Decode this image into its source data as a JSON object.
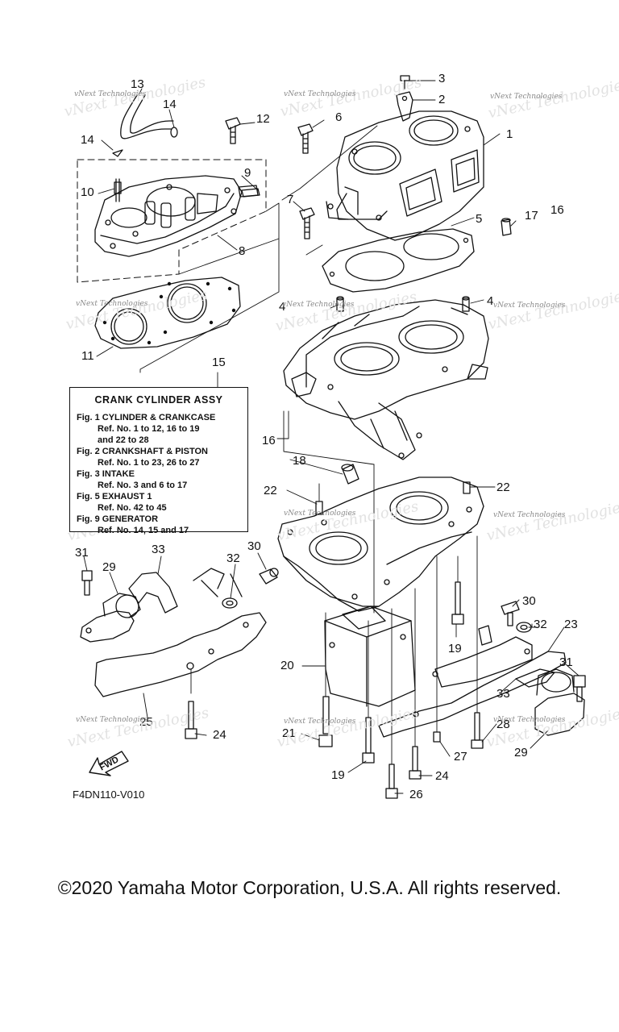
{
  "callouts": [
    {
      "id": "1",
      "label": "1"
    },
    {
      "id": "2",
      "label": "2"
    },
    {
      "id": "3",
      "label": "3"
    },
    {
      "id": "4a",
      "label": "4"
    },
    {
      "id": "4b",
      "label": "4"
    },
    {
      "id": "5",
      "label": "5"
    },
    {
      "id": "6",
      "label": "6"
    },
    {
      "id": "7",
      "label": "7"
    },
    {
      "id": "8",
      "label": "8"
    },
    {
      "id": "9",
      "label": "9"
    },
    {
      "id": "10",
      "label": "10"
    },
    {
      "id": "11",
      "label": "11"
    },
    {
      "id": "12",
      "label": "12"
    },
    {
      "id": "13",
      "label": "13"
    },
    {
      "id": "14a",
      "label": "14"
    },
    {
      "id": "14b",
      "label": "14"
    },
    {
      "id": "15",
      "label": "15"
    },
    {
      "id": "16a",
      "label": "16"
    },
    {
      "id": "16b",
      "label": "16"
    },
    {
      "id": "17",
      "label": "17"
    },
    {
      "id": "18",
      "label": "18"
    },
    {
      "id": "19a",
      "label": "19"
    },
    {
      "id": "19b",
      "label": "19"
    },
    {
      "id": "20",
      "label": "20"
    },
    {
      "id": "21",
      "label": "21"
    },
    {
      "id": "22a",
      "label": "22"
    },
    {
      "id": "22b",
      "label": "22"
    },
    {
      "id": "23",
      "label": "23"
    },
    {
      "id": "24a",
      "label": "24"
    },
    {
      "id": "24b",
      "label": "24"
    },
    {
      "id": "25",
      "label": "25"
    },
    {
      "id": "26",
      "label": "26"
    },
    {
      "id": "27",
      "label": "27"
    },
    {
      "id": "28",
      "label": "28"
    },
    {
      "id": "29a",
      "label": "29"
    },
    {
      "id": "29b",
      "label": "29"
    },
    {
      "id": "30a",
      "label": "30"
    },
    {
      "id": "30b",
      "label": "30"
    },
    {
      "id": "31a",
      "label": "31"
    },
    {
      "id": "31b",
      "label": "31"
    },
    {
      "id": "32a",
      "label": "32"
    },
    {
      "id": "32b",
      "label": "32"
    },
    {
      "id": "33a",
      "label": "33"
    },
    {
      "id": "33b",
      "label": "33"
    }
  ],
  "crank_box": {
    "title": "CRANK  CYLINDER ASSY",
    "lines": [
      {
        "fig": "Fig. 1 CYLINDER & CRANKCASE",
        "refs": [
          "Ref. No. 1 to 12, 16 to 19",
          "and 22 to 28"
        ]
      },
      {
        "fig": "Fig. 2 CRANKSHAFT & PISTON",
        "refs": [
          "Ref. No. 1 to 23, 26 to 27"
        ]
      },
      {
        "fig": "Fig. 3 INTAKE",
        "refs": [
          "Ref. No. 3 and 6 to 17"
        ]
      },
      {
        "fig": "Fig. 5 EXHAUST 1",
        "refs": [
          "Ref. No. 42 to 45"
        ]
      },
      {
        "fig": "Fig. 9 GENERATOR",
        "refs": [
          "Ref. No. 14, 15 and 17"
        ]
      }
    ]
  },
  "watermark": "vNext Technologies",
  "fwd_label": "FWD",
  "diagram_code": "F4DN110-V010",
  "copyright": "©2020 Yamaha Motor Corporation, U.S.A. All rights reserved."
}
